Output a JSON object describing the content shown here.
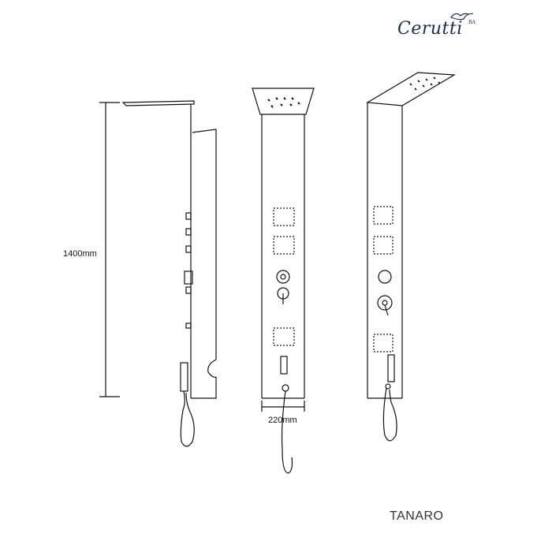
{
  "brand": {
    "name": "Cerutti",
    "mark": "bird-logo"
  },
  "dimensions": {
    "height_label": "1400mm",
    "width_label": "220mm"
  },
  "product": {
    "name": "TANARO"
  },
  "views": [
    "side-view",
    "front-view",
    "perspective-view"
  ],
  "colors": {
    "line": "#111111",
    "brand": "#1e2a55",
    "background": "#ffffff"
  }
}
